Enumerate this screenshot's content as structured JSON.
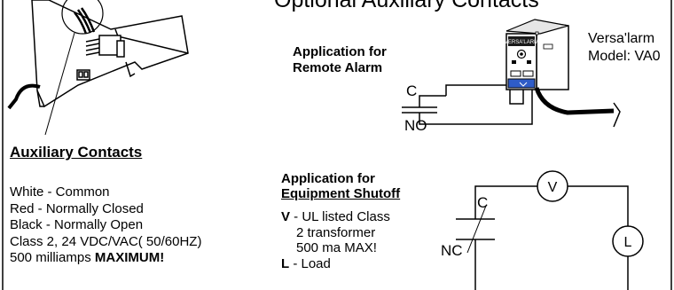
{
  "title": "Optional Auxiliary Contacts",
  "remote_alarm": {
    "heading_line1": "Application for",
    "heading_line2": "Remote Alarm",
    "contact_c": "C",
    "contact_no": "NO"
  },
  "device": {
    "name": "Versa'larm",
    "model": "Model: VA0",
    "face_label": "VERSA'LARM"
  },
  "auxiliary_contacts": {
    "title": "Auxiliary Contacts",
    "items": [
      "White - Common",
      "Red - Normally Closed",
      "Black - Normally Open",
      "Class 2, 24 VDC/VAC( 50/60HZ)"
    ],
    "max_text": "500 milliamps ",
    "max_bold": "MAXIMUM!"
  },
  "equipment_shutoff": {
    "heading_line1": "Application for",
    "heading_line2": "Equipment Shutoff",
    "v_key": "V",
    "v_desc": " - UL listed Class",
    "v_desc_2": "2 transformer",
    "v_desc_3": "500 ma MAX!",
    "l_key": "L",
    "l_desc": " - Load",
    "contact_c": "C",
    "contact_nc": "NC",
    "v_symbol": "V",
    "l_symbol": "L"
  }
}
